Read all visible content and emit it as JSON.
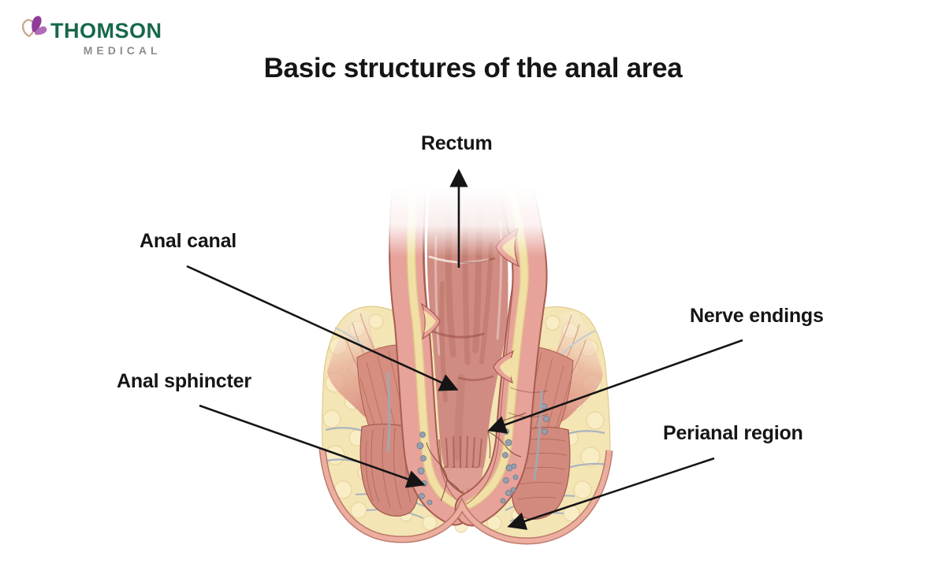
{
  "brand": {
    "name": "THOMSON",
    "division": "MEDICAL",
    "name_color": "#17684A",
    "division_color": "#8D8D8D",
    "butterfly_purple": "#8F3C99",
    "butterfly_purple_light": "#B06CB7",
    "butterfly_tan": "#C8A88C"
  },
  "title": "Basic structures of the anal area",
  "diagram": {
    "labels": [
      {
        "id": "rectum",
        "text": "Rectum"
      },
      {
        "id": "anal-canal",
        "text": "Anal canal"
      },
      {
        "id": "nerve-endings",
        "text": "Nerve endings"
      },
      {
        "id": "anal-sphincter",
        "text": "Anal sphincter"
      },
      {
        "id": "perianal-region",
        "text": "Perianal region"
      }
    ],
    "palette": {
      "mucosa_pink": "#E7A29A",
      "lumen_pink": "#D08C82",
      "outline_brown": "#A5594A",
      "submucosa_yellow": "#F2DFA5",
      "fat_yellow": "#F4E5B4",
      "muscle_pink": "#D28A7E",
      "vessel_gray": "#9FA9B5",
      "arrow_black": "#151515"
    }
  }
}
